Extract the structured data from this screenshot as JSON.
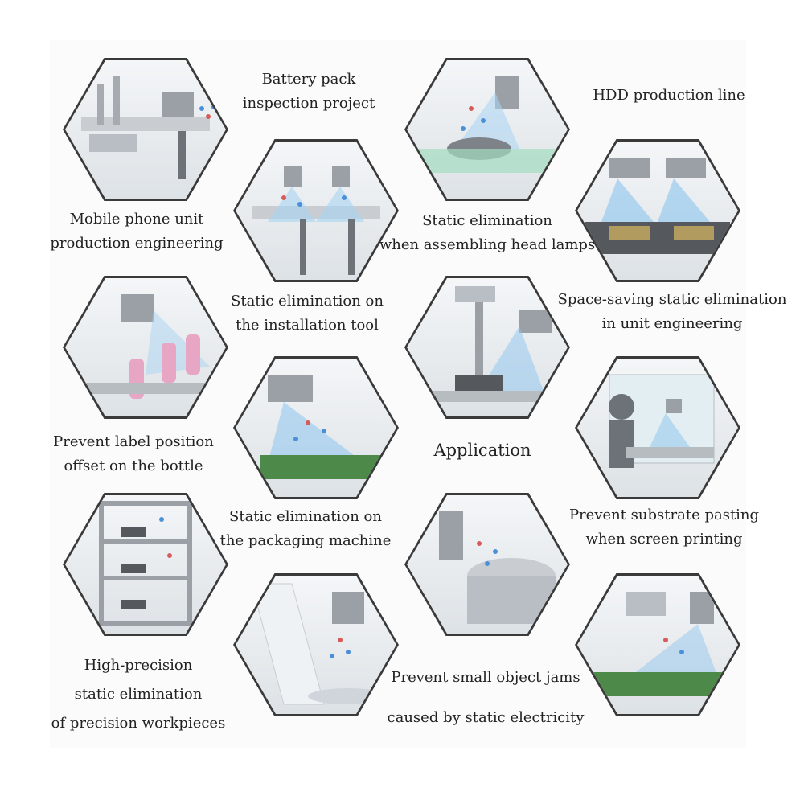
{
  "center_title": "Application",
  "items": [
    {
      "id": "mobile-phone",
      "lines": [
        "Mobile phone unit",
        "production engineering"
      ]
    },
    {
      "id": "battery-pack",
      "lines": [
        "Battery pack",
        "inspection project"
      ]
    },
    {
      "id": "head-lamps",
      "lines": [
        "Static elimination",
        "when assembling head lamps"
      ]
    },
    {
      "id": "hdd-line",
      "lines": [
        "HDD production line"
      ]
    },
    {
      "id": "installation-tool",
      "lines": [
        "Static elimination on",
        "the installation tool"
      ]
    },
    {
      "id": "space-saving",
      "lines": [
        "Space-saving static elimination",
        "in unit engineering"
      ]
    },
    {
      "id": "label-position",
      "lines": [
        "Prevent label position",
        "offset on the bottle"
      ]
    },
    {
      "id": "packaging-machine",
      "lines": [
        "Static elimination on",
        "the packaging machine"
      ]
    },
    {
      "id": "substrate-pasting",
      "lines": [
        "Prevent substrate pasting",
        "when screen printing"
      ]
    },
    {
      "id": "precision-workpieces",
      "lines": [
        "High-precision",
        "static elimination",
        "of precision workpieces"
      ]
    },
    {
      "id": "small-object-jams",
      "lines": [
        "Prevent small object jams",
        "caused by static electricity"
      ]
    }
  ],
  "colors": {
    "hex_border": "#3a3a3a",
    "ion_blue": "#4a8fd8",
    "ion_red": "#d85a5a",
    "machine_grey": "#9aa0a6",
    "pcb_green": "#4d8a4a",
    "bottle_pink": "#e7a6c3"
  }
}
